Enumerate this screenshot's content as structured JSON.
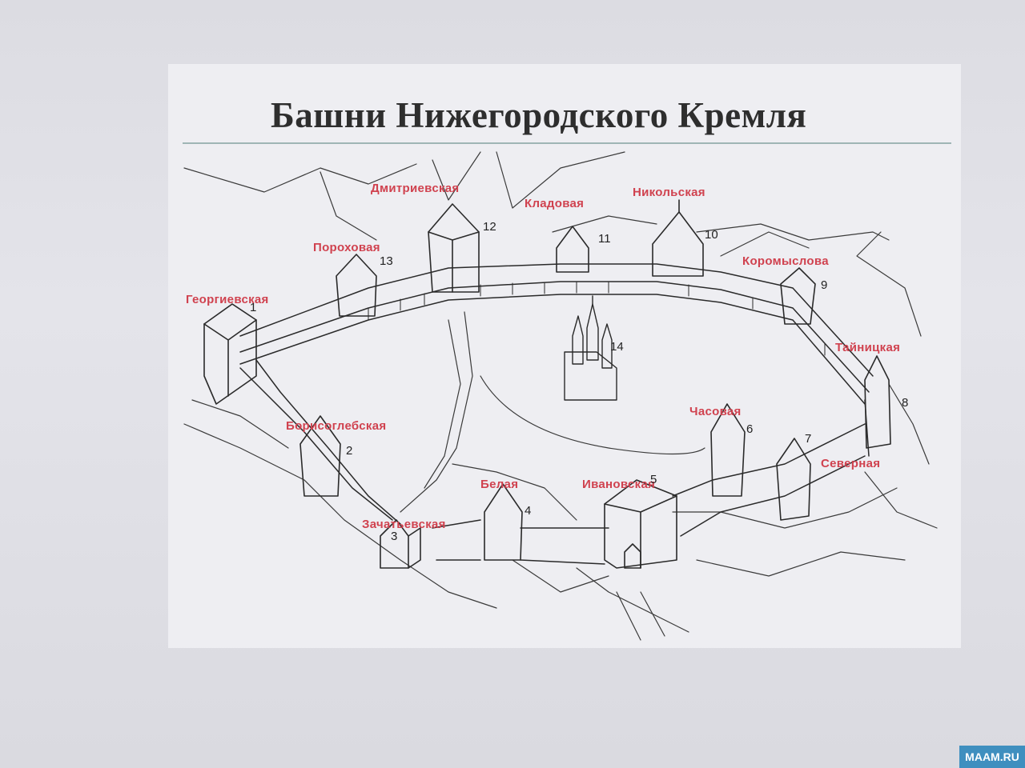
{
  "title": "Башни Нижегородского Кремля",
  "watermark": "MAAM.RU",
  "colors": {
    "label": "#d0424f",
    "ink": "#2a2a2a",
    "paper": "#eeeef2",
    "badge": "#3f8fbf"
  },
  "towers": [
    {
      "id": "georgievskaya",
      "name": "Георгиевская",
      "number": "1"
    },
    {
      "id": "borisoglebskaya",
      "name": "Борисоглебская",
      "number": "2"
    },
    {
      "id": "zachatevskaya",
      "name": "Зачатьевская",
      "number": "3"
    },
    {
      "id": "belaya",
      "name": "Белая",
      "number": "4"
    },
    {
      "id": "ivanovskaya",
      "name": "Ивановская",
      "number": "5"
    },
    {
      "id": "chasovaya",
      "name": "Часовая",
      "number": "6"
    },
    {
      "id": "severnaya",
      "name": "Северная",
      "number": "7"
    },
    {
      "id": "tainitskaya",
      "name": "Тайницкая",
      "number": "8"
    },
    {
      "id": "koromyslova",
      "name": "Коромыслова",
      "number": "9"
    },
    {
      "id": "nikolskaya",
      "name": "Никольская",
      "number": "10"
    },
    {
      "id": "kladovaya",
      "name": "Кладовая",
      "number": "11"
    },
    {
      "id": "dmitrievskaya",
      "name": "Дмитриевская",
      "number": "12"
    },
    {
      "id": "porokhovaya",
      "name": "Пороховая",
      "number": "13"
    }
  ],
  "cathedral_number": "14"
}
